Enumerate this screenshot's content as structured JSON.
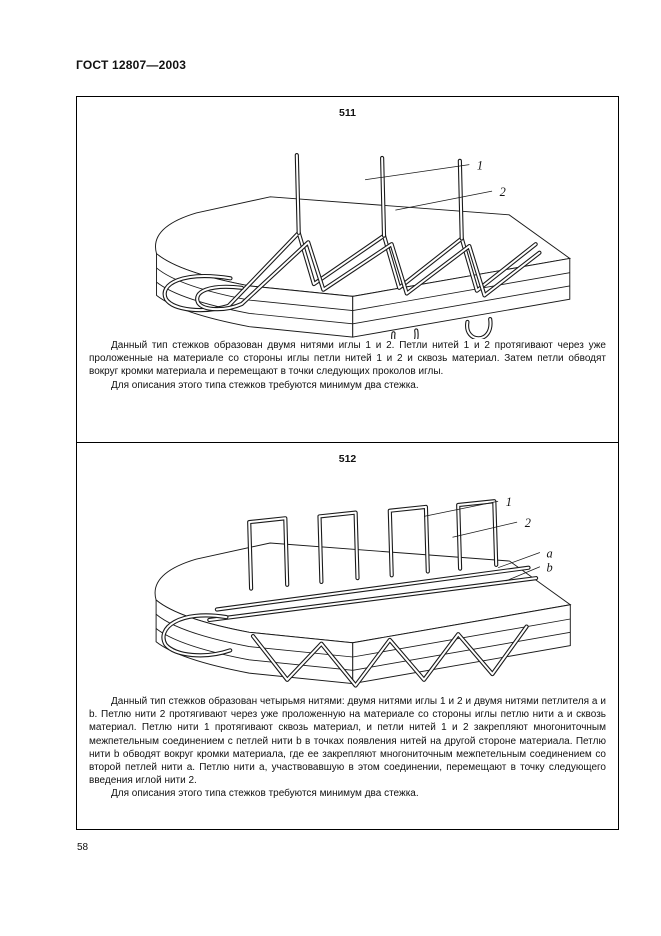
{
  "page": {
    "header": "ГОСТ 12807—2003",
    "page_number": "58"
  },
  "colors": {
    "ink": "#111111",
    "paper": "#ffffff"
  },
  "sections": [
    {
      "figure_number": "511",
      "thread_labels": [
        "1",
        "2"
      ],
      "paragraphs": [
        "Данный тип стежков образован двумя нитями иглы 1 и 2. Петли нитей 1 и 2 протягивают через уже проложенные на материале со стороны иглы петли нитей 1 и 2 и сквозь материал. Затем петли обводят вокруг кромки материала и перемещают в точки следующих проколов иглы.",
        "Для описания этого типа стежков требуются минимум два стежка."
      ]
    },
    {
      "figure_number": "512",
      "thread_labels": [
        "1",
        "2",
        "a",
        "b"
      ],
      "paragraphs": [
        "Данный тип стежков образован четырьмя нитями: двумя нитями иглы 1 и 2 и двумя нитями петлителя a и b. Петлю нити 2 протягивают через уже проложенную на материале со стороны иглы петлю нити a и сквозь материал. Петлю нити 1 протягивают сквозь материал, и петли нитей 1 и 2 закрепляют многониточным межпетельным соединением с петлей нити b в точках появления нитей на другой стороне материала. Петлю нити b обводят вокруг кромки материала, где ее закрепляют многониточным межпетельным соединением со второй петлей нити a. Петлю нити a, участвовавшую в этом соединении, перемещают в точку следующего введения иглой нити 2.",
        "Для описания этого типа стежков требуются минимум два стежка."
      ]
    }
  ]
}
